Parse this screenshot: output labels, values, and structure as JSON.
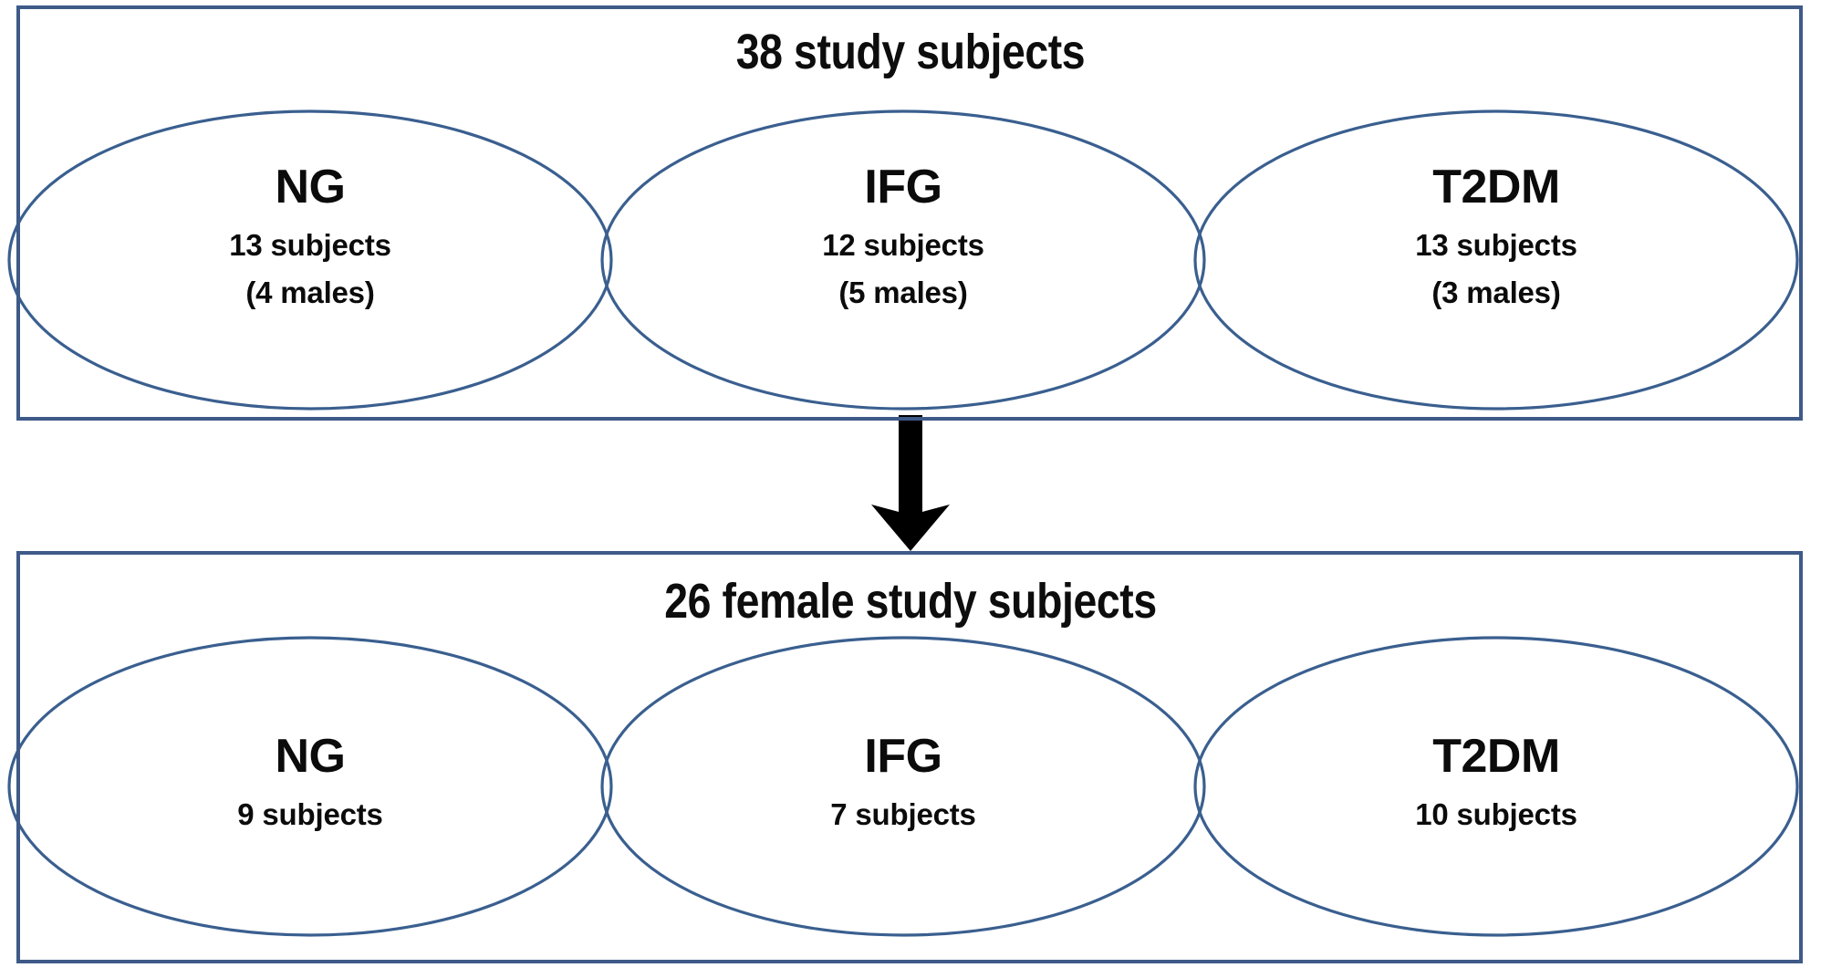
{
  "diagram": {
    "title_top": "38 study subjects",
    "title_bottom": "26 female study subjects",
    "colors": {
      "box_border": "#3e5a88",
      "ellipse_stroke": "#3a5f8f",
      "arrow": "#000000",
      "text": "#0d0d0d",
      "background": "#ffffff"
    },
    "groups_top": [
      {
        "name": "NG",
        "count": "13 subjects",
        "males": "(4 males)"
      },
      {
        "name": "IFG",
        "count": "12 subjects",
        "males": "(5 males)"
      },
      {
        "name": "T2DM",
        "count": "13 subjects",
        "males": "(3 males)"
      }
    ],
    "groups_bottom": [
      {
        "name": "NG",
        "count": "9 subjects",
        "males": ""
      },
      {
        "name": "IFG",
        "count": "7 subjects",
        "males": ""
      },
      {
        "name": "T2DM",
        "count": "10 subjects",
        "males": ""
      }
    ],
    "arrow": {
      "direction": "down",
      "from": "38 study subjects",
      "to": "26 female study subjects"
    }
  }
}
